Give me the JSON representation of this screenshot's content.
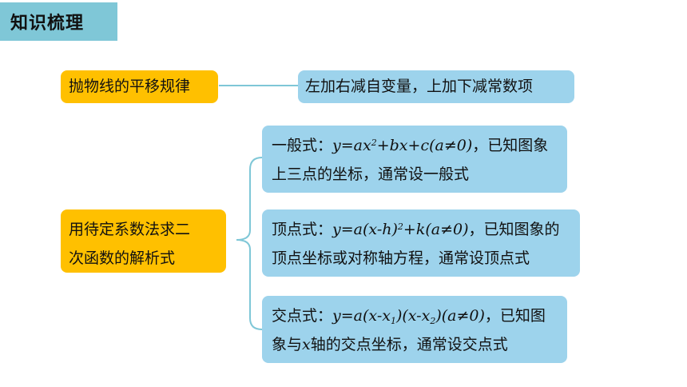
{
  "header": {
    "title": "知识梳理"
  },
  "translation": {
    "left_label": "抛物线的平移规律",
    "right_rule": "左加右减自变量，上加下减常数项"
  },
  "undetermined": {
    "left_label_line1": "用待定系数法求二",
    "left_label_line2": "次函数的解析式",
    "general": {
      "prefix": "一般式：",
      "formula_text": "y=ax²+bx+c(a≠0)",
      "suffix": "，已知图象",
      "line2": "上三点的坐标，通常设一般式"
    },
    "vertex": {
      "prefix": "顶点式：",
      "formula_text": "y=a(x-h)²+k(a≠0)",
      "suffix": "，已知图象的",
      "line2": "顶点坐标或对称轴方程，通常设顶点式"
    },
    "intercept": {
      "prefix": "交点式：",
      "formula_text": "y=a(x-x1)(x-x2)(a≠0)",
      "suffix": "，已知图",
      "line2_a": "象与",
      "line2_var": "x",
      "line2_b": "轴的交点坐标，通常设交点式"
    }
  },
  "colors": {
    "header": "#7fc7d7",
    "orange": "#ffc000",
    "blue": "#9dd3ec",
    "connector": "#7fc7d7"
  }
}
